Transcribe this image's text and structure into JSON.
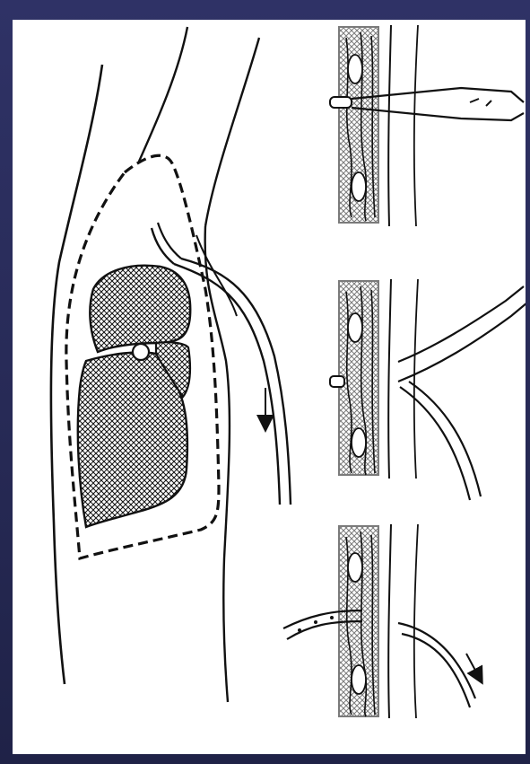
{
  "figure": {
    "panels": [
      {
        "id": "overview",
        "view": "chest-outline"
      },
      {
        "id": "step-1",
        "view": "clamp-through-wall"
      },
      {
        "id": "step-2",
        "view": "clamp-pulls-tube"
      },
      {
        "id": "step-3",
        "view": "tube-in-place"
      }
    ],
    "colors": {
      "ink": "#111111",
      "paper": "#ffffff",
      "frame": "#2a2d5c"
    }
  }
}
